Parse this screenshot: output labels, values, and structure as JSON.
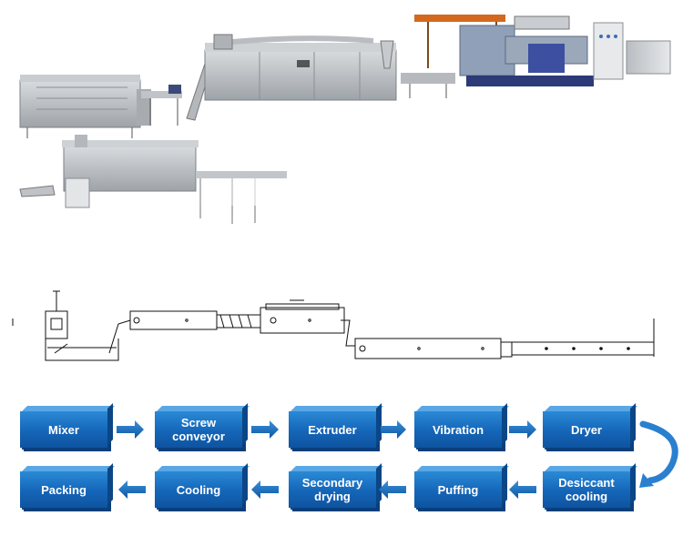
{
  "process_flow": {
    "row1": [
      "Mixer",
      "Screw\nconveyor",
      "Extruder",
      "Vibration",
      "Dryer"
    ],
    "row2": [
      "Packing",
      "Cooling",
      "Secondary\ndrying",
      "Puffing",
      "Desiccant\ncooling"
    ]
  },
  "colors": {
    "box_fill": "#1565b8",
    "box_top": "#5aa7e6",
    "box_side": "#0b4686",
    "arrow": "#1d6fc4"
  },
  "icons": {
    "production_line_photo": "extrusion-production-line-image",
    "line_drawing": "machine-layout-drawing"
  }
}
